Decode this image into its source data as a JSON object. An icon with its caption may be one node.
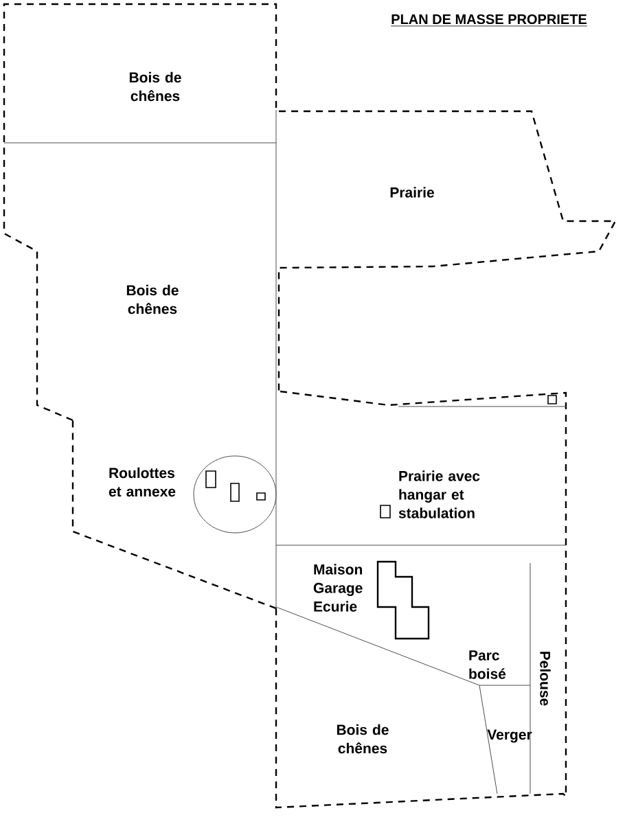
{
  "diagram": {
    "title": "PLAN DE MASSE PROPRIETE",
    "labels": [
      "Bois de chênes",
      "Prairie",
      "Bois de chênes",
      "Roulottes et annexe",
      "Prairie avec hangar et stabulation",
      "Maison Garage Ecurie",
      "Parc boisé",
      "Pelouse",
      "Bois de chênes",
      "Verger"
    ]
  }
}
